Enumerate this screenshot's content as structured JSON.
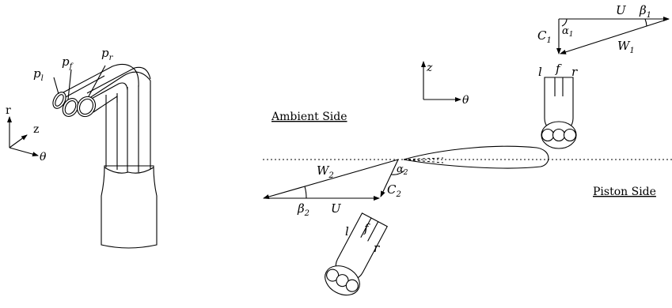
{
  "probe_labels": {
    "left": "p",
    "left_sub": "l",
    "front": "p",
    "front_sub": "f",
    "rear": "p",
    "rear_sub": "r"
  },
  "coords_left": {
    "r": "r",
    "z": "z",
    "theta": "θ"
  },
  "coords_right": {
    "z": "z",
    "theta": "θ"
  },
  "sides": {
    "ambient": "Ambient Side",
    "piston": "Piston Side"
  },
  "inlet_triangle": {
    "U": "U",
    "beta": "β",
    "beta_sub": "1",
    "alpha": "α",
    "alpha_sub": "1",
    "C": "C",
    "C_sub": "1",
    "W": "W",
    "W_sub": "1"
  },
  "outlet_triangle": {
    "W": "W",
    "W_sub": "2",
    "alpha": "α",
    "alpha_sub": "2",
    "C": "C",
    "C_sub": "2",
    "beta": "β",
    "beta_sub": "2",
    "U": "U"
  },
  "probe_top": {
    "l": "l",
    "f": "f",
    "r": "r"
  },
  "probe_bottom": {
    "l": "l",
    "f": "f",
    "r": "r"
  }
}
